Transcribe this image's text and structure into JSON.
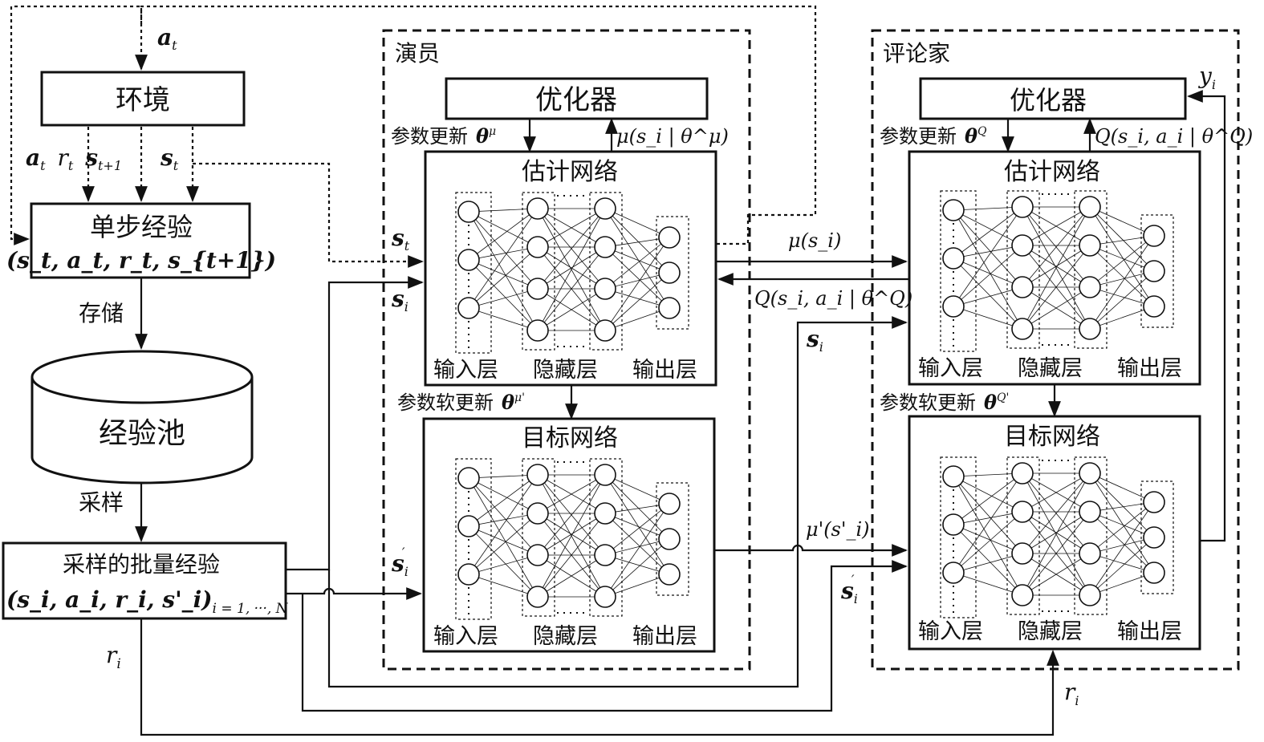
{
  "env": {
    "label": "环境",
    "action_in": "a",
    "action_in_sub": "t"
  },
  "env_outputs": {
    "a": "a",
    "a_sub": "t",
    "r": "r",
    "r_sub": "t",
    "s_next": "s",
    "s_next_sub": "t+1",
    "s": "s",
    "s_sub": "t"
  },
  "single_exp": {
    "title": "单步经验",
    "tuple": "(s_t, a_t, r_t, s_{t+1})"
  },
  "store_label": "存储",
  "pool": {
    "label": "经验池"
  },
  "sample_label": "采样",
  "batch": {
    "title": "采样的批量经验",
    "tuple": "(s_i, a_i, r_i, s'_i)",
    "tuple_sub": "i = 1, ···, N"
  },
  "actor": {
    "frame_title": "演员",
    "optimizer": "优化器",
    "param_update": "参数更新",
    "param_update_sym": "θ",
    "param_update_sup": "μ",
    "grad_label": "μ(s_i | θ^μ)",
    "estimate_net": "估计网络",
    "soft_update": "参数软更新",
    "soft_update_sym": "θ",
    "soft_update_sup": "μ'",
    "target_net": "目标网络",
    "in_s_t": "s",
    "in_s_t_sub": "t",
    "in_s_i": "s",
    "in_s_i_sub": "i",
    "in_s_i_prime": "s",
    "in_s_i_prime_sub": "i"
  },
  "critic": {
    "frame_title": "评论家",
    "optimizer": "优化器",
    "y_label": "y",
    "y_sub": "i",
    "param_update": "参数更新",
    "param_update_sym": "θ",
    "param_update_sup": "Q",
    "grad_label": "Q(s_i, a_i | θ^Q)",
    "estimate_net": "估计网络",
    "soft_update": "参数软更新",
    "soft_update_sym": "θ",
    "soft_update_sup": "Q'",
    "target_net": "目标网络",
    "in_s_i": "s",
    "in_s_i_sub": "i",
    "in_s_i_prime": "s",
    "in_s_i_prime_sub": "i",
    "r_label": "r",
    "r_sub": "i"
  },
  "links": {
    "mu_s": "μ(s_i)",
    "q_back": "Q(s_i, a_i | θ^Q)",
    "mu_prime": "μ'(s'_i)",
    "r_batch": "r",
    "r_batch_sub": "i"
  },
  "layer_labels": {
    "input": "输入层",
    "hidden": "隐藏层",
    "output": "输出层"
  }
}
